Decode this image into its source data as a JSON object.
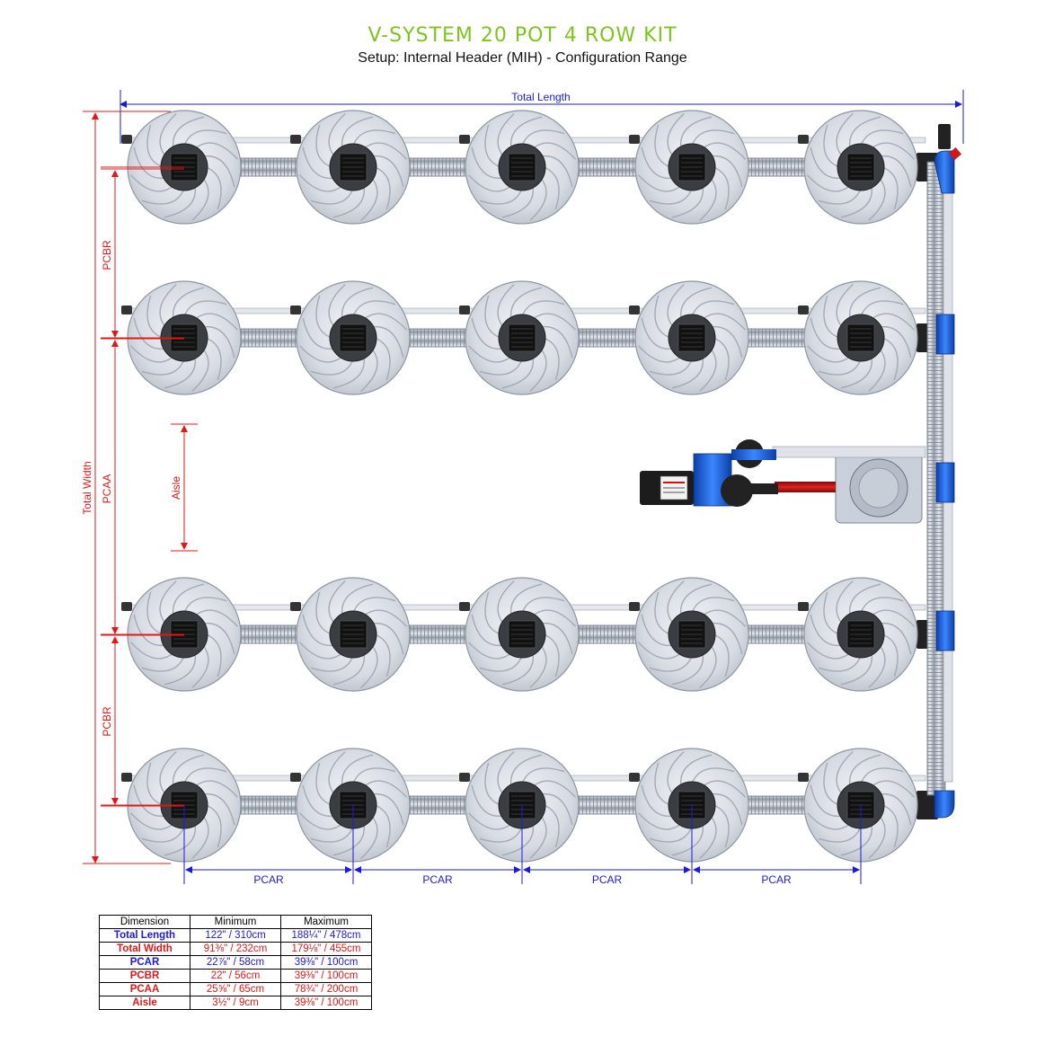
{
  "header": {
    "title": "V-SYSTEM 20 POT 4 ROW KIT",
    "subtitle": "Setup: Internal Header (MIH) - Configuration Range"
  },
  "dimension_labels": {
    "total_length": "Total Length",
    "total_width": "Total Width",
    "pcbr": "PCBR",
    "pcaa": "PCAA",
    "aisle": "Aisle",
    "pcar": "PCAR"
  },
  "table": {
    "headers": [
      "Dimension",
      "Minimum",
      "Maximum"
    ],
    "rows": [
      {
        "name": "Total Length",
        "min": "122\" / 310cm",
        "max": "188¼\" / 478cm",
        "color": "#1a1adc"
      },
      {
        "name": "Total Width",
        "min": "91⅜\" / 232cm",
        "max": "179⅛\" / 455cm",
        "color": "#e21818"
      },
      {
        "name": "PCAR",
        "min": "22⅞\" / 58cm",
        "max": "39⅜\" / 100cm",
        "color": "#1a1adc"
      },
      {
        "name": "PCBR",
        "min": "22\" / 56cm",
        "max": "39⅜\" / 100cm",
        "color": "#e21818"
      },
      {
        "name": "PCAA",
        "min": "25⅝\" / 65cm",
        "max": "78¾\" / 200cm",
        "color": "#e21818"
      },
      {
        "name": "Aisle",
        "min": "3½\" / 9cm",
        "max": "39⅜\" / 100cm",
        "color": "#e21818"
      }
    ]
  },
  "colors": {
    "title_green": "#7dc41e",
    "blue_dimension": "#1a1adc",
    "red_dimension": "#e21818",
    "pot_fill": "#d5d9e0",
    "pipe_blue": "#1f63e0"
  },
  "layout_grid": {
    "rows": 4,
    "pots_per_row": 5
  }
}
